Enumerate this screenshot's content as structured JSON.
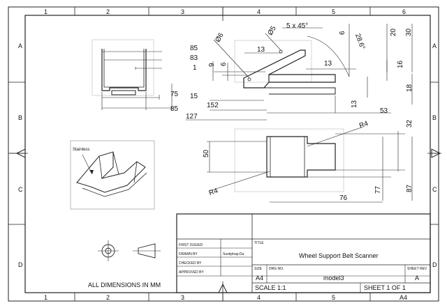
{
  "grid": {
    "columns": [
      "1",
      "2",
      "3",
      "4",
      "5",
      "6"
    ],
    "rows": [
      "A",
      "B",
      "C",
      "D"
    ]
  },
  "dimensions": {
    "front": {
      "d85": "85",
      "d83": "83",
      "d1": "1",
      "d75": "75",
      "d85b": "85"
    },
    "side": {
      "phi6": "Ø6",
      "phi5": "Ø5",
      "chamfer": "5 x 45°",
      "d6top": "6",
      "angle": "28.6°",
      "d20": "20",
      "d30": "30",
      "d13a": "13",
      "d9": "9",
      "d6": "6",
      "d13b": "13",
      "d16": "16",
      "d18": "18",
      "d15": "15",
      "d152": "152",
      "d13c": "13",
      "d127": "127",
      "d53": "53"
    },
    "top": {
      "r4a": "R4",
      "d32": "32",
      "d50": "50",
      "r4b": "R4",
      "d77": "77",
      "d87": "87",
      "d76": "76"
    }
  },
  "iso_label": "Stainless",
  "notes": {
    "all_dims": "ALL DIMENSIONS IN MM"
  },
  "title_block": {
    "first_issued": "FIRST ISSUED",
    "drawn_by": "DRAWN BY",
    "drawn_by_value": "Suntiphap.Da",
    "checked_by": "CHECKED BY",
    "approved_by": "APPROVED BY",
    "title_label": "TITLE",
    "title": "Wheel Support Belt Scanner",
    "size_label": "SIZE",
    "size": "A4",
    "dwg_label": "DRG NO.",
    "dwg_no": "model3",
    "rev_label": "SHEET REV",
    "rev": "A",
    "scale": "SCALE 1:1",
    "sheet": "SHEET 1 OF 1"
  },
  "sheet_size": "A4"
}
